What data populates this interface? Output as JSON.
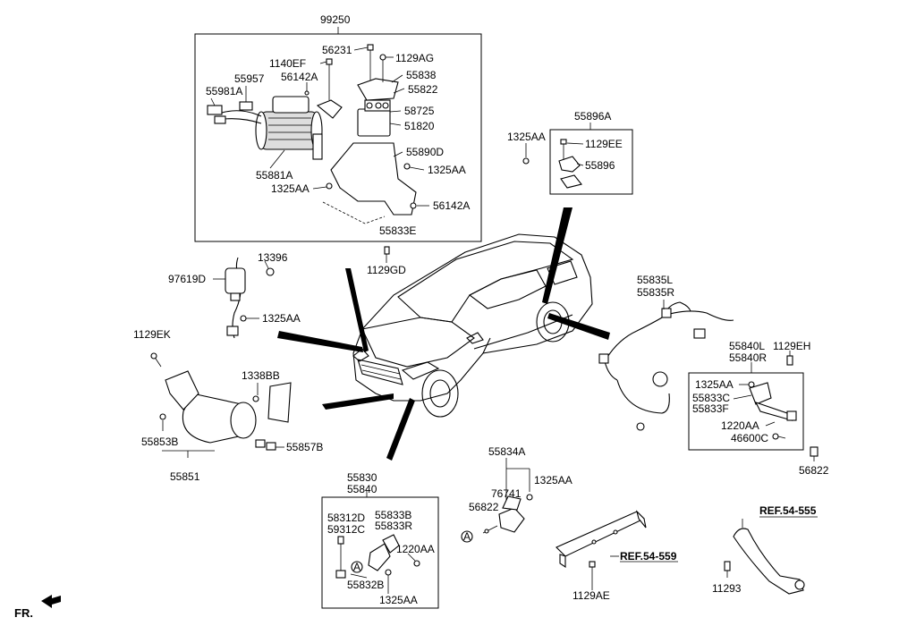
{
  "labels": {
    "l99250": "99250",
    "l56231": "56231",
    "l1129AG": "1129AG",
    "l1140EF": "1140EF",
    "l55838": "55838",
    "l55957": "55957",
    "l56142A_a": "56142A",
    "l55822": "55822",
    "l55981A": "55981A",
    "l58725": "58725",
    "l51820": "51820",
    "l55890D": "55890D",
    "l1325AA_a": "1325AA",
    "l55881A": "55881A",
    "l1325AA_b": "1325AA",
    "l56142A_b": "56142A",
    "l55833E": "55833E",
    "l1129GD": "1129GD",
    "l55896A": "55896A",
    "l1325AA_c": "1325AA",
    "l1129EE": "1129EE",
    "l55896": "55896",
    "l13396": "13396",
    "l97619D": "97619D",
    "l1325AA_d": "1325AA",
    "l1129EK": "1129EK",
    "l1338BB": "1338BB",
    "l55853B": "55853B",
    "l55857B": "55857B",
    "l55851": "55851",
    "l55835L": "55835L",
    "l55835R": "55835R",
    "l55840L": "55840L",
    "l55840R": "55840R",
    "l1129EH": "1129EH",
    "l1325AA_e": "1325AA",
    "l55833C": "55833C",
    "l55833F": "55833F",
    "l1220AA_a": "1220AA",
    "l46600C": "46600C",
    "l56822_a": "56822",
    "l55834A": "55834A",
    "l1325AA_f": "1325AA",
    "l76741": "76741",
    "l56822_b": "56822",
    "lA_a": "A",
    "l55830": "55830",
    "l55840": "55840",
    "l58312D": "58312D",
    "l59312C": "59312C",
    "l55833B": "55833B",
    "l55833R": "55833R",
    "l1220AA_b": "1220AA",
    "lA_b": "A",
    "l55832B": "55832B",
    "l1325AA_g": "1325AA",
    "l1129AE": "1129AE",
    "l11293": "11293"
  },
  "refs": {
    "ref559": "REF.54-559",
    "ref555": "REF.54-555"
  },
  "orientation": {
    "fr_label": "FR."
  },
  "icons": {
    "front_arrow": "arrow-left-icon",
    "circle_ref": "circle-a-icon"
  }
}
